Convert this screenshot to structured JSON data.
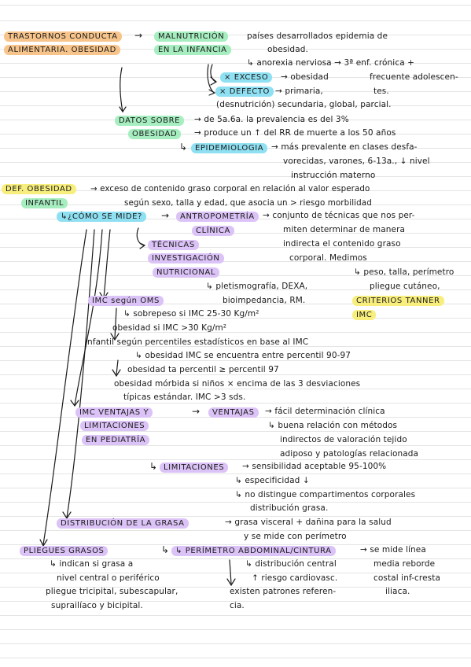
{
  "colors": {
    "orange": "#f7c58c",
    "green": "#a6eec0",
    "blue": "#8fe0f2",
    "purple": "#dcc3f7",
    "yellow": "#f7ee7e",
    "ink": "#1a1a1a"
  },
  "notes": {
    "title_line1": "TRASTORNOS CONDUCTA",
    "title_line2": "ALIMENTARIA. OBESIDAD",
    "malnutricion_1": "MALNUTRICIÓN",
    "malnutricion_2": "EN LA INFANCIA",
    "paises_1": "países desarrollados epidemia de",
    "paises_2": "obesidad.",
    "anorexia_1": "↳ anorexia nerviosa → 3ª enf. crónica +",
    "anorexia_2": "frecuente adolescen-",
    "anorexia_3": "tes.",
    "exceso": "× EXCESO",
    "exceso_text": "→ obesidad",
    "defecto": "× DEFECTO",
    "defecto_text": "→ primaria,",
    "desnutricion": "(desnutrición) secundaria, global, parcial.",
    "datos_1": "DATOS SOBRE",
    "datos_2": "OBESIDAD",
    "datos_text_1": "→ de 5a.6a. la prevalencia es del 3%",
    "datos_text_2": "→ produce un ↑ del RR de muerte a los 50 años",
    "epidemiologia": "EPIDEMIOLOGIA",
    "epi_text_1": "→ más prevalente en clases desfa-",
    "epi_text_2": "vorecidas, varones, 6-13a., ↓ nivel",
    "epi_text_3": "instrucción materno",
    "def_1": "DEF. OBESIDAD",
    "def_2": "INFANTIL",
    "def_text_1": "→ exceso de contenido graso corporal en relación al valor esperado",
    "def_text_2": "según sexo, talla y edad, que asocia un > riesgo morbilidad",
    "como_mide": "↳¿CÓMO SE MIDE?",
    "antropometria_1": "ANTROPOMETRÍA",
    "antropometria_2": "CLÍNICA",
    "antro_text_1": "→ conjunto de técnicas que nos per-",
    "antro_text_2": "miten determinar de manera",
    "antro_text_3": "indirecta el contenido graso",
    "antro_text_4": "corporal. Medimos",
    "tecnicas_1": "TÉCNICAS",
    "tecnicas_2": "INVESTIGACIÓN",
    "tecnicas_3": "NUTRICIONAL",
    "peso_1": "↳ peso, talla, perímetro",
    "peso_2": "pliegue cutáneo,",
    "pletis_1": "↳ pletismografía, DEXA,",
    "pletis_2": "bioimpedancia, RM.",
    "tanner_1": "CRITERIOS TANNER",
    "tanner_2": "IMC",
    "imc_oms": "IMC según OMS",
    "sobrepeso": "↳ sobrepeso si IMC 25-30 Kg/m²",
    "obesidad_si": "obesidad si IMC >30 Kg/m²",
    "infantil": "infantil según percentiles estadísticos en base al IMC",
    "obesidad_entre": "↳ obesidad IMC se encuentra entre percentil 90-97",
    "obesidad_ta": "obesidad ta percentil ≥ percentil 97",
    "morbida_1": "obesidad mórbida si niños × encima de las 3 desviaciones",
    "morbida_2": "típicas estándar. IMC >3 sds.",
    "ventajas_hl_1": "IMC VENTAJAS Y",
    "ventajas_hl_2": "LIMITACIONES",
    "ventajas_hl_3": "EN PEDIATRÍA",
    "ventajas": "VENTAJAS",
    "ventajas_text_1": "→ fácil determinación clínica",
    "ventajas_text_2": "↳ buena relación con métodos",
    "ventajas_text_3": "indirectos de valoración tejido",
    "ventajas_text_4": "adiposo y patologías relacionada",
    "limitaciones": "LIMITACIONES",
    "limit_text_1": "→ sensibilidad aceptable 95-100%",
    "limit_text_2": "↳ especificidad ↓",
    "limit_text_3": "↳ no distingue compartimentos corporales",
    "limit_text_4": "distribución grasa.",
    "distribucion": "DISTRIBUCIÓN DE LA GRASA",
    "dist_text_1": "→ grasa visceral + dañina para la salud",
    "dist_text_2": "y se mide con perímetro",
    "pliegues": "PLIEGUES GRASOS",
    "perimetro": "↳ PERÍMETRO ABDOMINAL/CINTURA",
    "perimetro_text_1": "→ se mide línea",
    "perimetro_text_2": "media reborde",
    "perimetro_text_3": "costal inf-cresta",
    "perimetro_text_4": "iliaca.",
    "pliegues_text_1": "↳ indican si grasa a",
    "pliegues_text_2": "nivel central o periférico",
    "pliegues_text_3": "pliegue tricipital, subescapular,",
    "pliegues_text_4": "suprailíaco y bicipital.",
    "centro_text_1": "↳ distribución central",
    "centro_text_2": "↑ riesgo cardiovasc.",
    "centro_text_3": "existen patrones referen-",
    "centro_text_4": "cia."
  }
}
